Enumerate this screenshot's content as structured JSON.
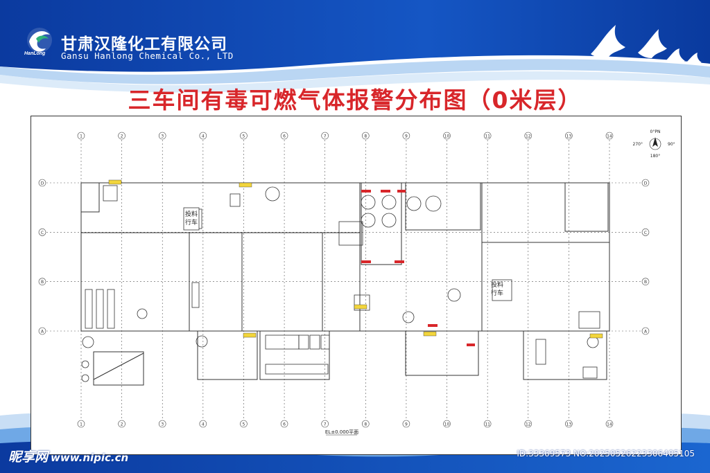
{
  "company": {
    "name_cn": "甘肃汉隆化工有限公司",
    "name_en": "Gansu Hanlong Chemical Co., LTD",
    "logo_label": "HanLong"
  },
  "title": "三车间有毒可燃气体报警分布图（0米层）",
  "plan": {
    "axis_numbers": [
      "1",
      "2",
      "3",
      "4",
      "5",
      "6",
      "7",
      "8",
      "9",
      "10",
      "11",
      "12",
      "13",
      "14"
    ],
    "axis_letters": [
      "D",
      "C",
      "B",
      "A"
    ],
    "equipment_labels": {
      "crane_1": "投料\n行车",
      "crane_2": "投料\n行车"
    },
    "floor_label": "EL±0.000平面",
    "compass": {
      "north": "0°PN",
      "west": "270°",
      "east": "90°",
      "south": "180°"
    }
  },
  "watermark": {
    "site_name": "昵享网",
    "site_url": "www.nipic.cn",
    "id_text": "ID:33369573 NO:20250526223306405105"
  },
  "colors": {
    "header_blue": "#0a3a9e",
    "title_red": "#d8262a",
    "alarm_marker": "#d8262a",
    "label_yellow": "#f2d53c"
  }
}
